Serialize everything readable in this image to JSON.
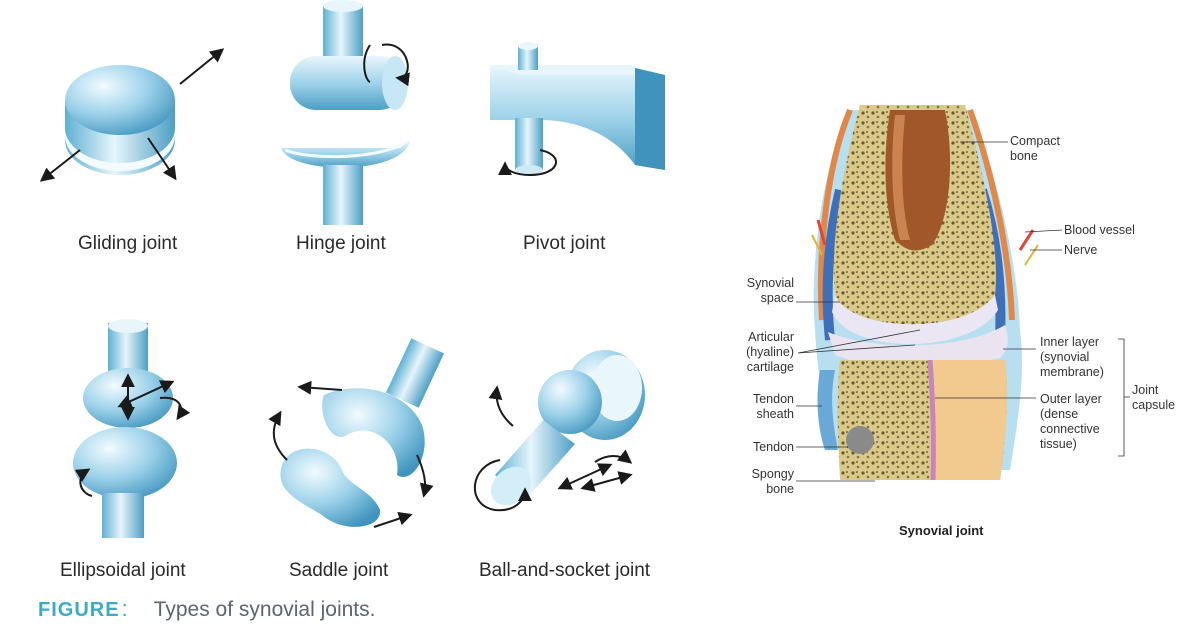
{
  "joints": [
    {
      "key": "gliding",
      "label": "Gliding joint"
    },
    {
      "key": "hinge",
      "label": "Hinge joint"
    },
    {
      "key": "pivot",
      "label": "Pivot joint"
    },
    {
      "key": "ellipsoidal",
      "label": "Ellipsoidal joint"
    },
    {
      "key": "saddle",
      "label": "Saddle joint"
    },
    {
      "key": "ball_socket",
      "label": "Ball-and-socket joint"
    }
  ],
  "caption": {
    "label": "FIGURE",
    "separator": ":",
    "text": "Types of synovial joints."
  },
  "synovial": {
    "title": "Synovial joint",
    "labels": {
      "compact_bone_1": "Compact",
      "compact_bone_2": "bone",
      "blood_vessel": "Blood vessel",
      "nerve": "Nerve",
      "synovial_space_1": "Synovial",
      "synovial_space_2": "space",
      "articular_1": "Articular",
      "articular_2": "(hyaline)",
      "articular_3": "cartilage",
      "tendon_sheath_1": "Tendon",
      "tendon_sheath_2": "sheath",
      "tendon": "Tendon",
      "spongy_1": "Spongy",
      "spongy_2": "bone",
      "inner_1": "Inner layer",
      "inner_2": "(synovial",
      "inner_3": "membrane)",
      "outer_1": "Outer layer",
      "outer_2": "(dense",
      "outer_3": "connective",
      "outer_4": "tissue)",
      "capsule_1": "Joint",
      "capsule_2": "capsule"
    }
  },
  "colors": {
    "joint_light": "#d6eef8",
    "joint_mid": "#8fcbe4",
    "joint_dark": "#4aa3c9",
    "caption_accent": "#3fa8c8",
    "bone_spongy": "#d8c98a",
    "compact_bone": "#a0582a",
    "cartilage": "#ebe6f3",
    "blood_vessel": "#d9483a"
  }
}
